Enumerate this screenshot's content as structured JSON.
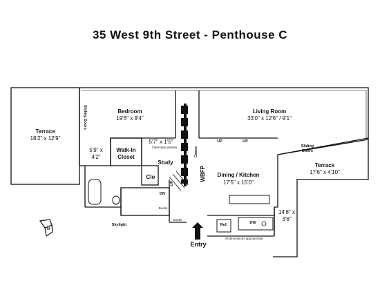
{
  "title": "35 West 9th Street - Penthouse C",
  "rooms": {
    "terrace_west": {
      "name": "Terrace",
      "dims": "18'2\" x 12'9\""
    },
    "bedroom": {
      "name": "Bedroom",
      "dims": "19'6\" x 9'4\""
    },
    "living_room": {
      "name": "Living Room",
      "dims": "33'0\" x 12'6\" / 9'1\""
    },
    "walk_in_closet": {
      "name": "Walk-In",
      "name2": "Closet"
    },
    "closet_dims": {
      "line1": "5'9\" x",
      "line2": "4'2\""
    },
    "study": {
      "name": "Study"
    },
    "study_dims": "5'7\" x 1'5\"",
    "dining_kitchen": {
      "name": "Dining / Kitchen",
      "dims": "17'5\" x 15'0\""
    },
    "terrace_east": {
      "name": "Terrace",
      "dims": "17'6\" x 4'10\""
    },
    "terrace_east_closet": {
      "line1": "14'8\" x",
      "line2": "3'6\""
    }
  },
  "labels": {
    "sliding_doors_west": "Sliding Doors",
    "sliding_doors_east_1": "Sliding",
    "sliding_doors_east_2": "Doors",
    "clerestory": "Clerestory window",
    "cases": "Cases",
    "wbfp": "WBFP",
    "up1": "UP",
    "up2": "UP",
    "up_stair": "UP",
    "dn": "DN",
    "clo": "Clo",
    "skylight": "Skylight",
    "books1": "Books",
    "books2": "Books",
    "ref": "Ref.",
    "dw": "DW",
    "entry": "Entry",
    "approx": "All dimensions approximate",
    "compass": "N"
  }
}
